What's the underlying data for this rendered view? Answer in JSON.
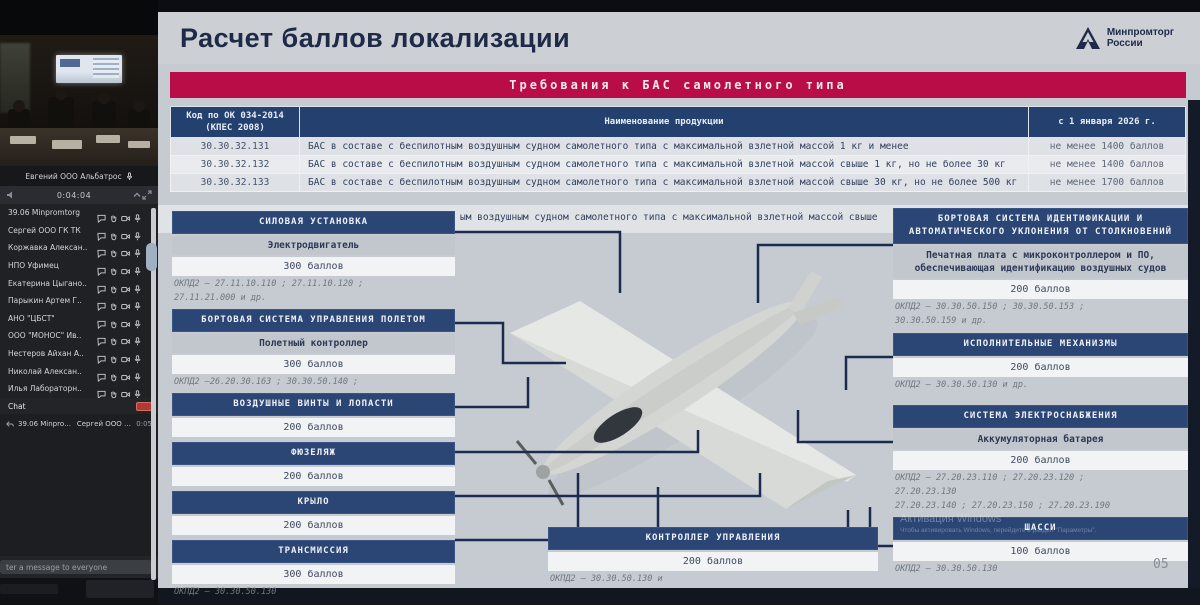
{
  "conference": {
    "speaker": {
      "name": "Евгений ООО Альбатрос"
    },
    "player": {
      "time": "0:04:04"
    },
    "participants": [
      "39.06 Minpromtorg",
      "Сергей ООО ГК ТК",
      "Коржавка Алексан..",
      "НПО Уфимец",
      "Екатерина Цыгано..",
      "Парыкин Артем Г..",
      "АНО \"ЦБСТ\"",
      "ООО \"МОНОС\" Ив..",
      "Нестеров Айхан А..",
      "Николай Алексан..",
      "Илья Лабораторн.."
    ],
    "chat": {
      "title": "Chat",
      "message": {
        "from": "39.06 Minpromt...",
        "to": "Сергей ООО ГК...",
        "time": "0:05"
      },
      "input_placeholder": "ter a message to everyone"
    },
    "icons": [
      "chat-bubble-icon",
      "raise-hand-icon",
      "camera-icon",
      "mic-icon"
    ]
  },
  "slide": {
    "title": "Расчет баллов локализации",
    "logo": {
      "line1": "Минпромторг",
      "line2": "России"
    },
    "banner": "Требования к БАС самолетного типа",
    "table": {
      "headers": {
        "code": "Код по ОК 034-2014\n(КПЕС 2008)",
        "name": "Наименование продукции",
        "points": "с 1 января 2026 г."
      },
      "rows": [
        {
          "code": "30.30.32.131",
          "name": "БАС в составе с беспилотным воздушным судном самолетного типа с максимальной взлетной массой 1 кг и менее",
          "points": "не менее 1400 баллов"
        },
        {
          "code": "30.30.32.132",
          "name": "БАС в составе с беспилотным воздушным судном самолетного типа с максимальной взлетной массой свыше 1 кг, но не более 30 кг",
          "points": "не менее 1400 баллов"
        },
        {
          "code": "30.30.32.133",
          "name": "БАС в составе с беспилотным воздушным судном самолетного типа с максимальной взлетной массой свыше 30 кг, но не более 500 кг",
          "points": "не менее 1700 баллов"
        }
      ],
      "hidden_row_fragment": "ым воздушным судном самолетного типа с максимальной взлетной массой свыше"
    },
    "components_left": [
      {
        "title": "СИЛОВАЯ УСТАНОВКА",
        "item": "Электродвигатель",
        "points": "300 баллов",
        "okpd_lines": [
          "ОКПД2 – 27.11.10.110 ; 27.11.10.120 ;",
          "27.11.21.000 и др."
        ]
      },
      {
        "title": "БОРТОВАЯ СИСТЕМА УПРАВЛЕНИЯ ПОЛЕТОМ",
        "item": "Полетный контроллер",
        "points": "300 баллов",
        "okpd_lines": [
          "ОКПД2 –26.20.30.163 ; 30.30.50.140 ;"
        ]
      },
      {
        "title": "ВОЗДУШНЫЕ ВИНТЫ И ЛОПАСТИ",
        "points": "200 баллов"
      },
      {
        "title": "ФЮЗЕЛЯЖ",
        "points": "200 баллов"
      },
      {
        "title": "КРЫЛО",
        "points": "200 баллов"
      },
      {
        "title": "ТРАНСМИССИЯ",
        "points": "300 баллов",
        "okpd_lines": [
          "ОКПД2 – 30.30.50.130"
        ]
      }
    ],
    "components_right": [
      {
        "title": "БОРТОВАЯ СИСТЕМА ИДЕНТИФИКАЦИИ И АВТОМАТИЧЕСКОГО УКЛОНЕНИЯ ОТ СТОЛКНОВЕНИЙ",
        "item": "Печатная плата с микроконтроллером и ПО, обеспечивающая идентификацию воздушных судов",
        "points": "200 баллов",
        "okpd_lines": [
          "ОКПД2 – 30.30.50.150 ; 30.30.50.153 ;",
          "30.30.50.159 и др."
        ]
      },
      {
        "title": "ИСПОЛНИТЕЛЬНЫЕ МЕХАНИЗМЫ",
        "points": "200 баллов",
        "okpd_lines": [
          "ОКПД2 – 30.30.50.130 и др."
        ],
        "gap": "sm"
      },
      {
        "title": "СИСТЕМА ЭЛЕКТРОСНАБЖЕНИЯ",
        "item": "Аккумуляторная батарея",
        "points": "200 баллов",
        "okpd_lines": [
          "ОКПД2 – 27.20.23.110 ; 27.20.23.120 ;",
          "27.20.23.130",
          "27.20.23.140 ; 27.20.23.150 ; 27.20.23.190"
        ],
        "gap": "md"
      },
      {
        "title": "ШАССИ",
        "points": "100 баллов",
        "okpd_lines": [
          "ОКПД2 – 30.30.50.130"
        ]
      }
    ],
    "component_bottom": {
      "title": "КОНТРОЛЛЕР УПРАВЛЕНИЯ",
      "points": "200 баллов",
      "okpd_lines": [
        "ОКПД2 – 30.30.50.130 и"
      ]
    },
    "watermark": {
      "line1": "Активация Windows",
      "line2": "Чтобы активировать Windows, перейдите в раздел \"Параметры\"."
    },
    "page_number": "05"
  },
  "colors": {
    "banner_red": "#b80d46",
    "table_header_navy": "#23406f",
    "box_navy": "#2b4575",
    "record_red": "#b03a34"
  }
}
